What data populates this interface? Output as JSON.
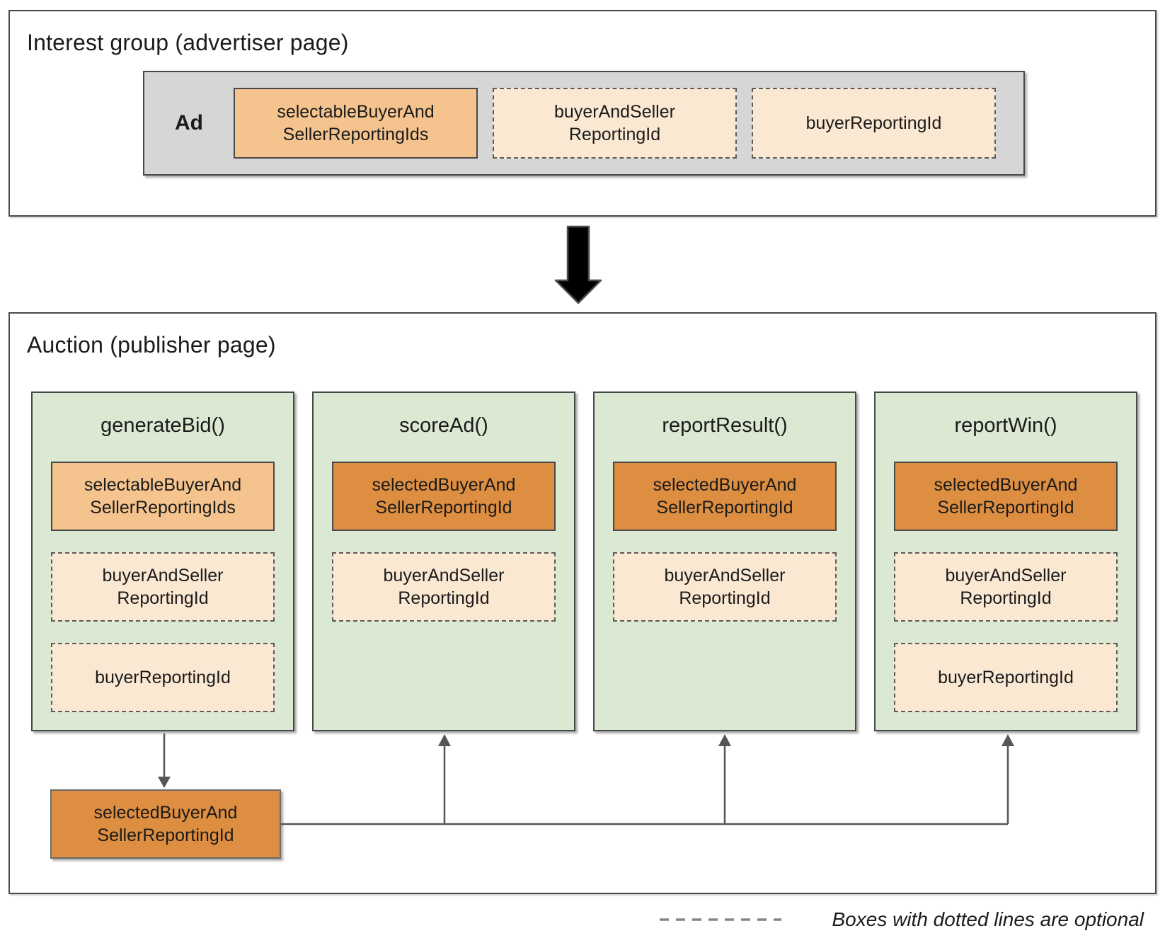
{
  "interest_group": {
    "title": "Interest group (advertiser page)",
    "ad_label": "Ad",
    "boxes": [
      {
        "label": "selectableBuyerAnd\nSellerReportingIds",
        "style": "solid-medium"
      },
      {
        "label": "buyerAndSeller\nReportingId",
        "style": "dashed"
      },
      {
        "label": "buyerReportingId",
        "style": "dashed"
      }
    ]
  },
  "auction": {
    "title": "Auction (publisher page)",
    "columns": [
      {
        "title": "generateBid()",
        "boxes": [
          {
            "label": "selectableBuyerAnd\nSellerReportingIds",
            "style": "solid-medium"
          },
          {
            "label": "buyerAndSeller\nReportingId",
            "style": "dashed"
          },
          {
            "label": "buyerReportingId",
            "style": "dashed"
          }
        ]
      },
      {
        "title": "scoreAd()",
        "boxes": [
          {
            "label": "selectedBuyerAnd\nSellerReportingId",
            "style": "solid-dark"
          },
          {
            "label": "buyerAndSeller\nReportingId",
            "style": "dashed"
          }
        ]
      },
      {
        "title": "reportResult()",
        "boxes": [
          {
            "label": "selectedBuyerAnd\nSellerReportingId",
            "style": "solid-dark"
          },
          {
            "label": "buyerAndSeller\nReportingId",
            "style": "dashed"
          }
        ]
      },
      {
        "title": "reportWin()",
        "boxes": [
          {
            "label": "selectedBuyerAnd\nSellerReportingId",
            "style": "solid-dark"
          },
          {
            "label": "buyerAndSeller\nReportingId",
            "style": "dashed"
          },
          {
            "label": "buyerReportingId",
            "style": "dashed"
          }
        ]
      }
    ],
    "selected_output_label": "selectedBuyerAnd\nSellerReportingId"
  },
  "legend": {
    "text": "Boxes with dotted lines are optional"
  },
  "colors": {
    "medium_orange": "#f5c48e",
    "dark_orange": "#de8e41",
    "cream": "#fae8d2",
    "green": "#dbe8d2",
    "gray_bar": "#d6d6d6",
    "border": "#494949",
    "connector": "#565656"
  }
}
